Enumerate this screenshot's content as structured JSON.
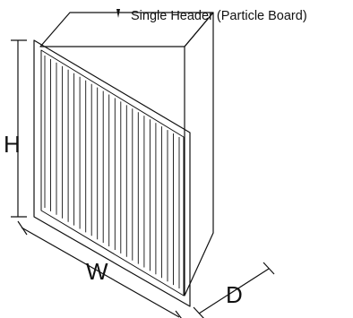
{
  "diagram": {
    "header_label": "Single Header (Particle Board)",
    "dimensions": {
      "height": "H",
      "width": "W",
      "depth": "D"
    },
    "colors": {
      "line": "#111111",
      "background": "#ffffff"
    }
  }
}
